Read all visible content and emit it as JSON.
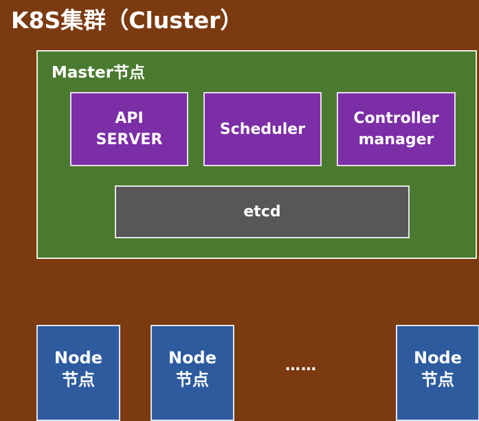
{
  "title": "K8S集群（Cluster）",
  "master": {
    "label": "Master节点",
    "components": [
      {
        "lines": [
          "API",
          "SERVER"
        ]
      },
      {
        "lines": [
          "Scheduler"
        ]
      },
      {
        "lines": [
          "Controller",
          "manager"
        ]
      }
    ],
    "etcd": "etcd"
  },
  "nodes": [
    {
      "line1": "Node",
      "line2": "节点"
    },
    {
      "line1": "Node",
      "line2": "节点"
    },
    {
      "line1": "Node",
      "line2": "节点"
    }
  ],
  "ellipsis": "……",
  "colors": {
    "background": "#7b3a10",
    "master": "#4a7a2f",
    "component": "#7b2ea6",
    "etcd": "#575757",
    "node": "#2e5b9e"
  }
}
